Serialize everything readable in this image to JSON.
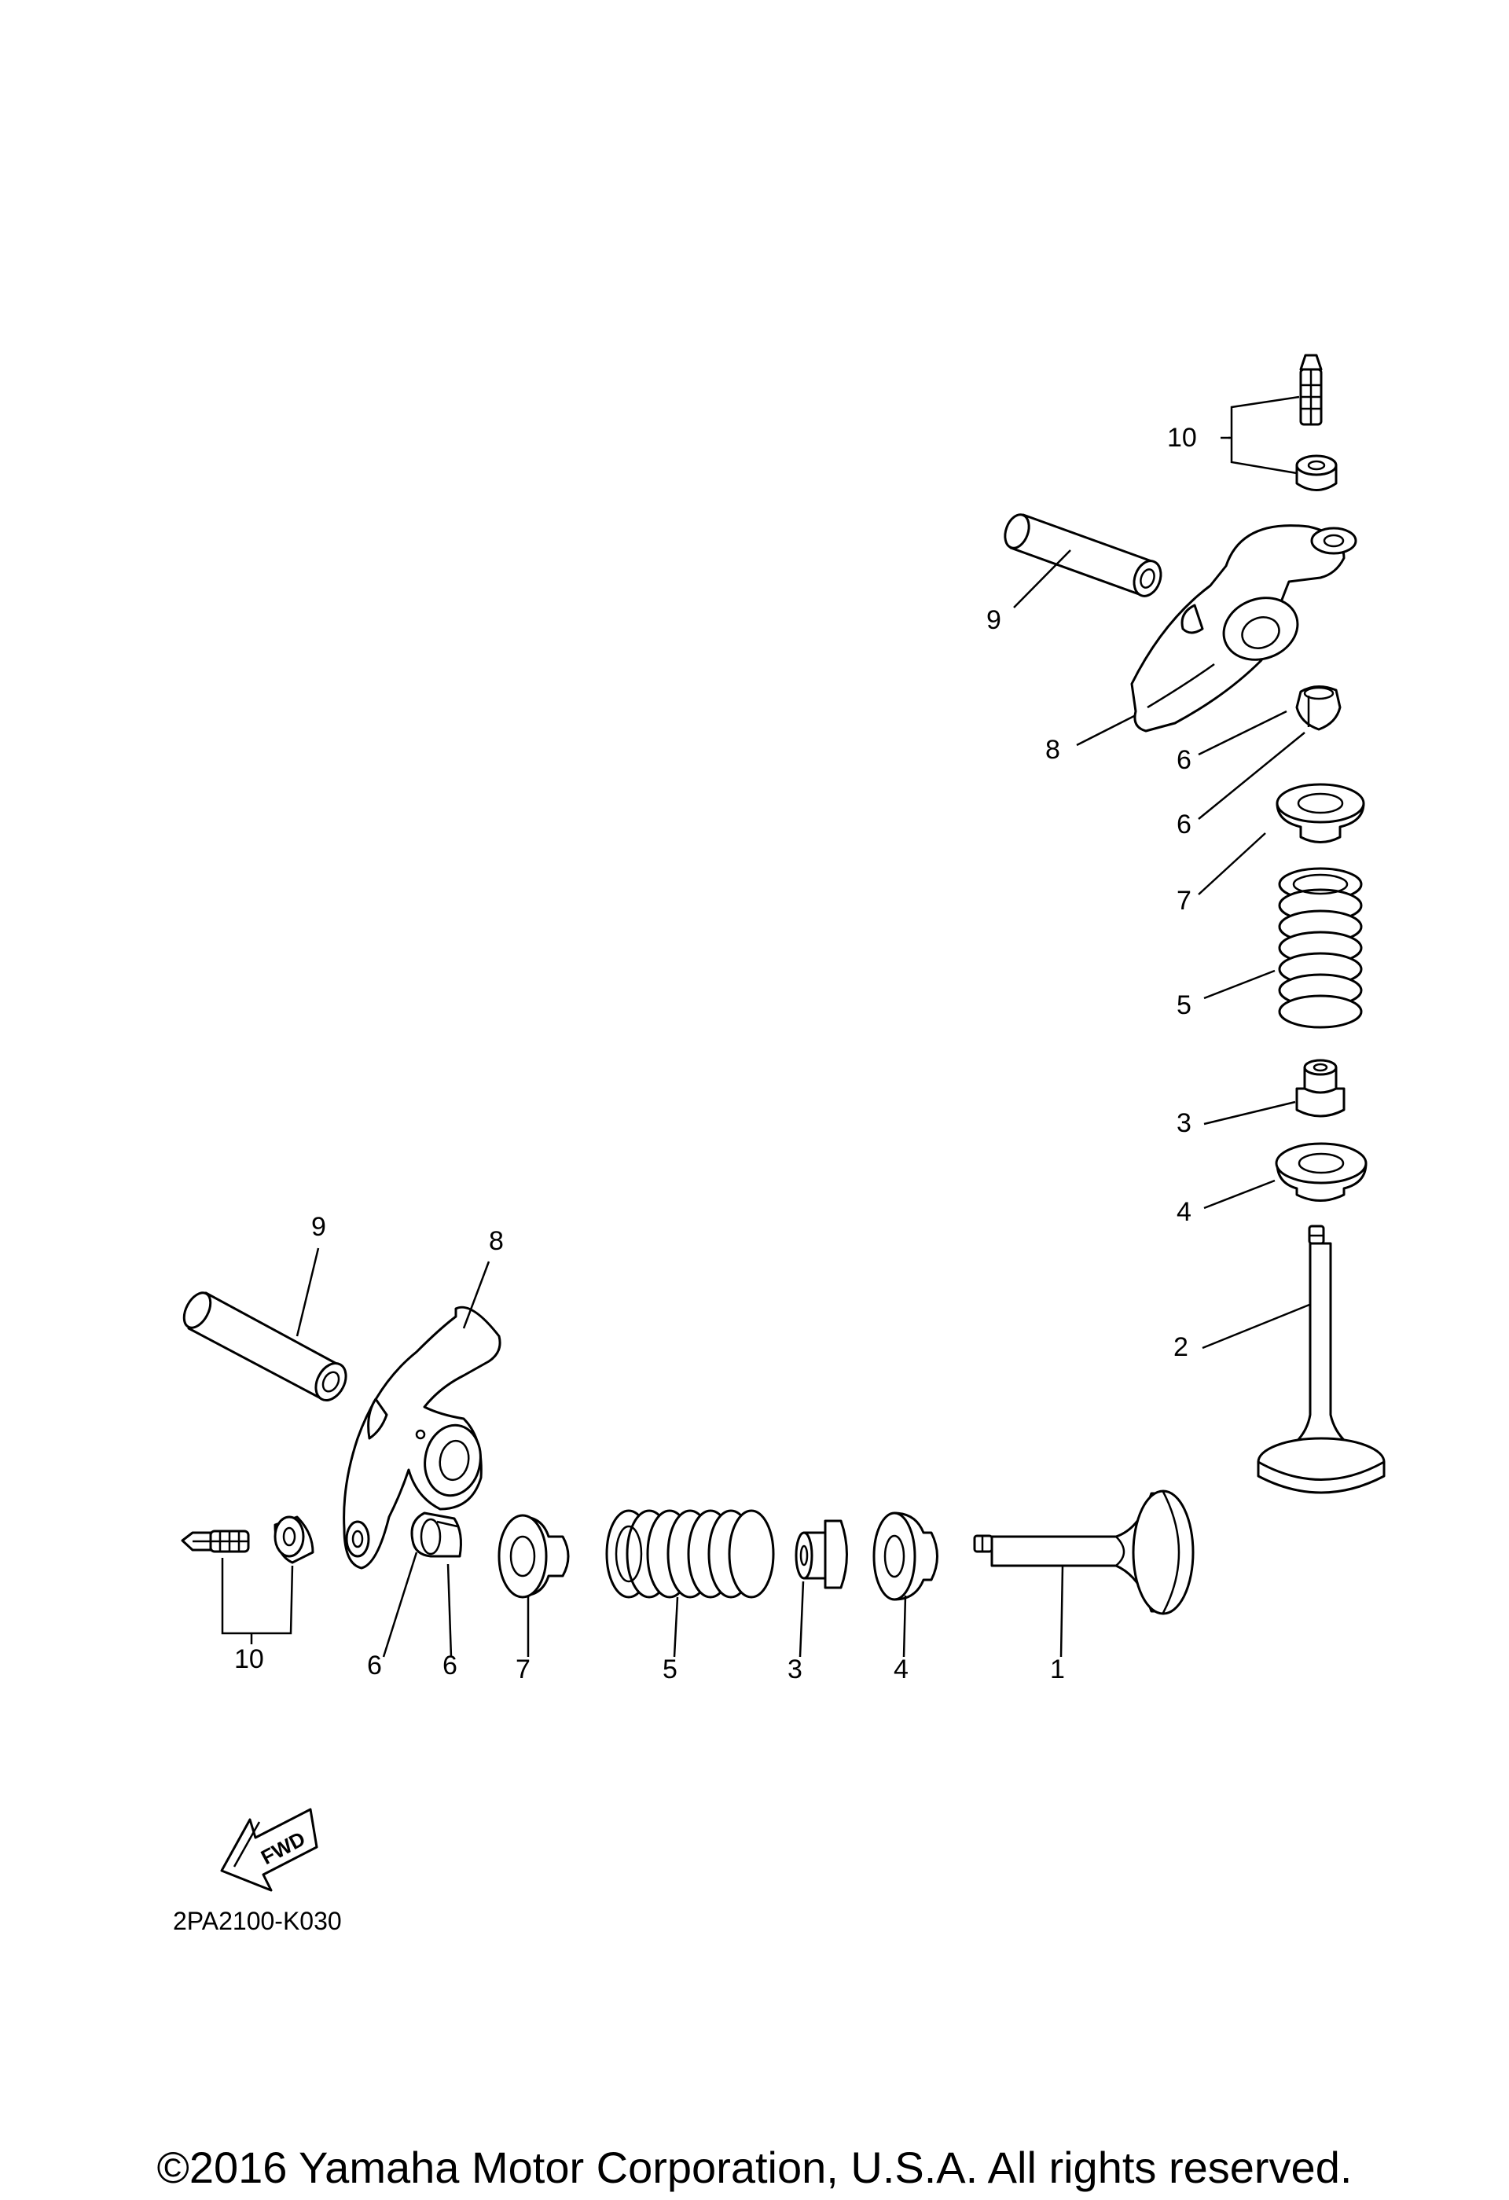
{
  "diagram": {
    "code": "2PA2100-K030",
    "fwd_label": "FWD",
    "copyright": "©2016 Yamaha Motor Corporation, U.S.A. All rights reserved.",
    "callouts_upper": [
      {
        "id": "u10",
        "label": "10"
      },
      {
        "id": "u9",
        "label": "9"
      },
      {
        "id": "u8",
        "label": "8"
      },
      {
        "id": "u6a",
        "label": "6"
      },
      {
        "id": "u6b",
        "label": "6"
      },
      {
        "id": "u7",
        "label": "7"
      },
      {
        "id": "u5",
        "label": "5"
      },
      {
        "id": "u3",
        "label": "3"
      },
      {
        "id": "u4",
        "label": "4"
      },
      {
        "id": "u2",
        "label": "2"
      }
    ],
    "callouts_lower": [
      {
        "id": "l9",
        "label": "9"
      },
      {
        "id": "l8",
        "label": "8"
      },
      {
        "id": "l10",
        "label": "10"
      },
      {
        "id": "l6a",
        "label": "6"
      },
      {
        "id": "l6b",
        "label": "6"
      },
      {
        "id": "l7",
        "label": "7"
      },
      {
        "id": "l5",
        "label": "5"
      },
      {
        "id": "l3",
        "label": "3"
      },
      {
        "id": "l4",
        "label": "4"
      },
      {
        "id": "l1",
        "label": "1"
      }
    ],
    "parts_upper": [
      "adjuster-screw",
      "adjuster-nut",
      "rocker-shaft",
      "rocker-arm",
      "valve-cotter",
      "valve-retainer",
      "valve-spring",
      "valve-stem-seal",
      "valve-spring-seat",
      "exhaust-valve"
    ],
    "parts_lower": [
      "rocker-shaft",
      "rocker-arm",
      "adjuster-screw",
      "adjuster-nut",
      "valve-cotter",
      "valve-retainer",
      "valve-spring",
      "valve-stem-seal",
      "valve-spring-seat",
      "intake-valve"
    ]
  }
}
